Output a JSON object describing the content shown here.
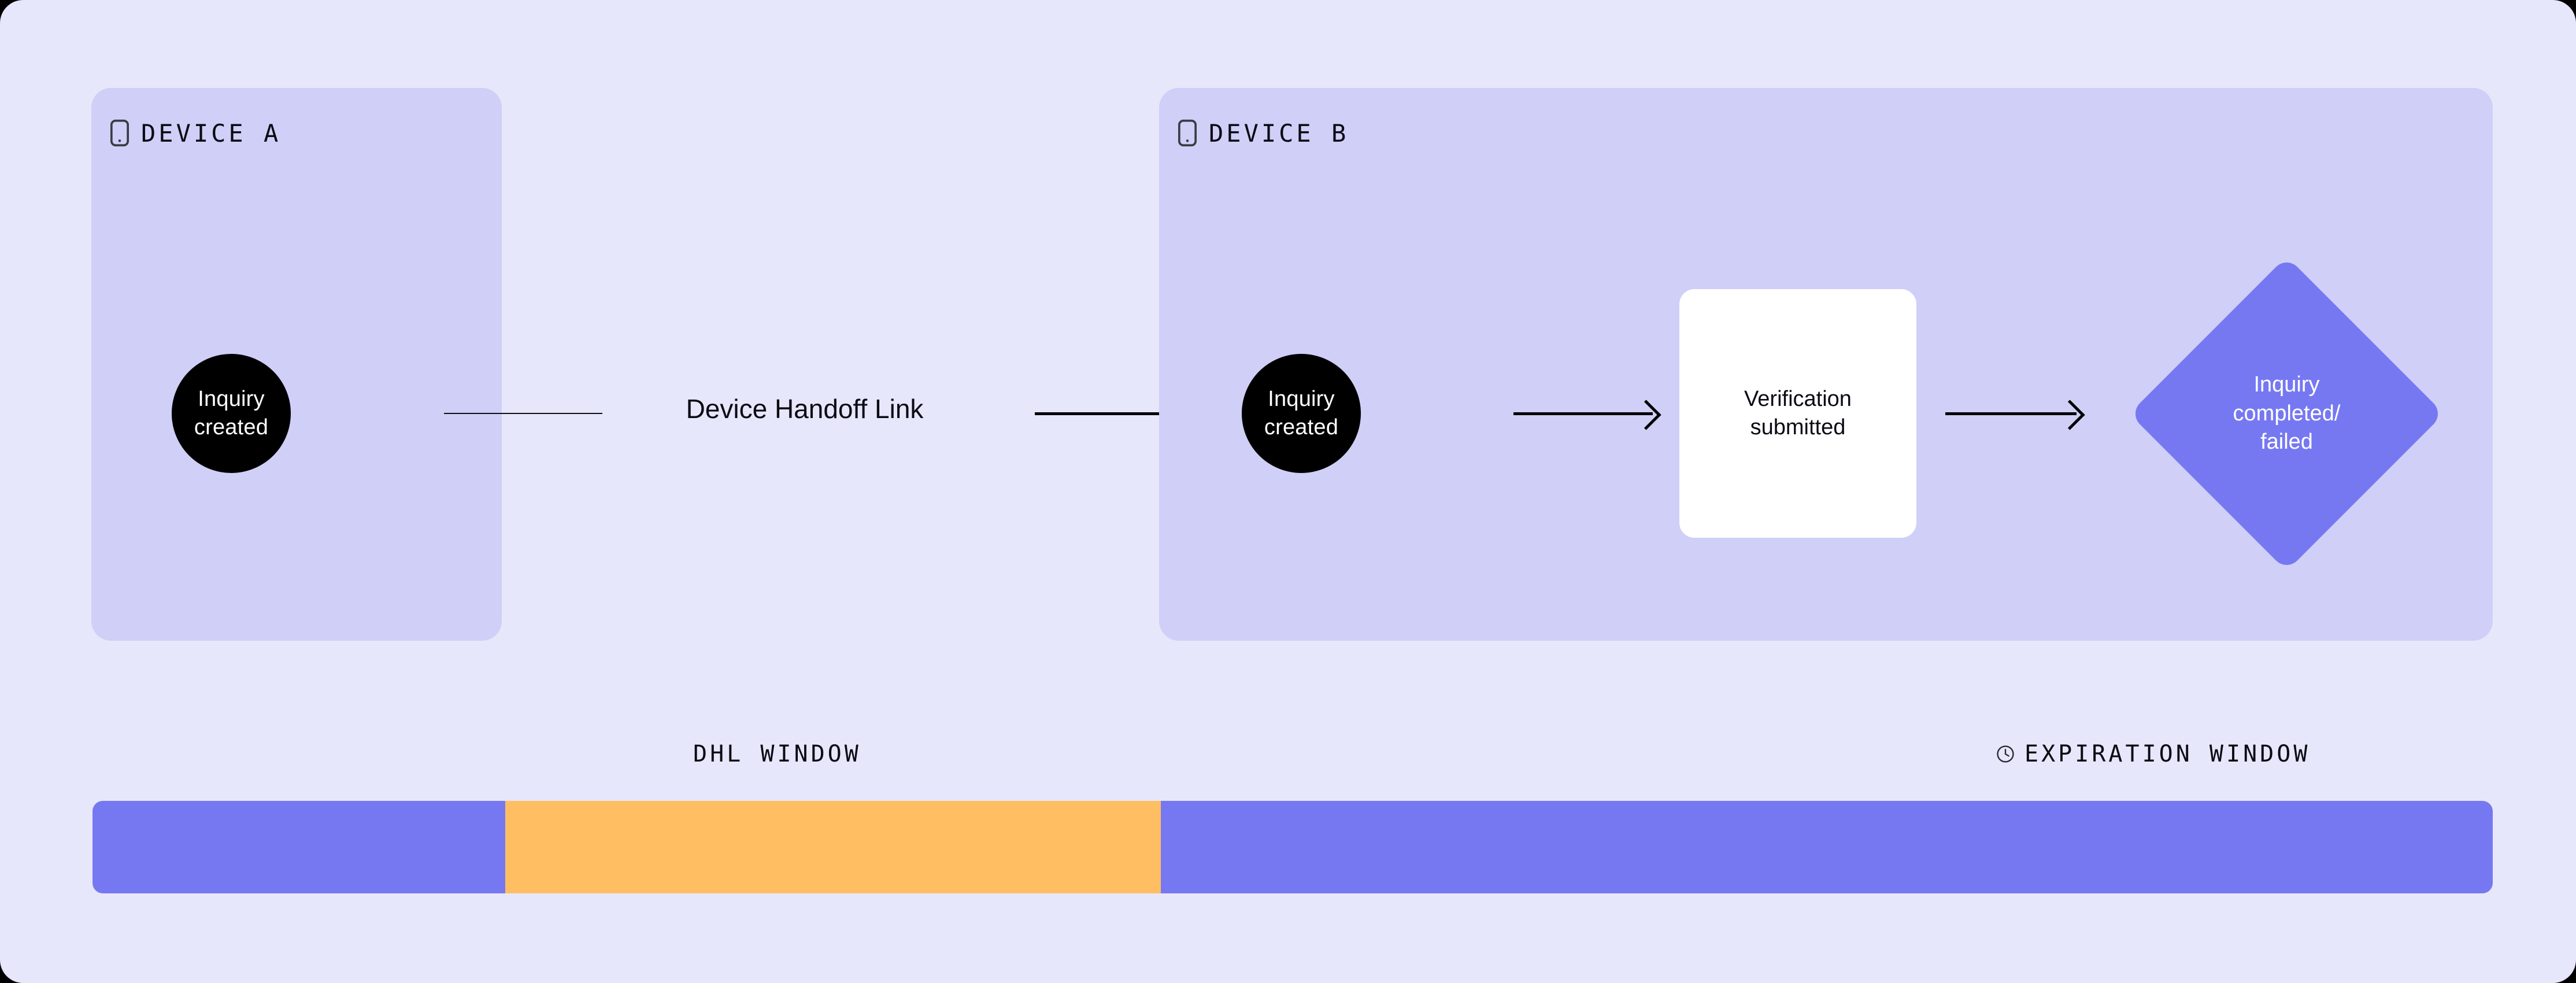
{
  "canvas": {
    "background": "#E7E7FB",
    "card_background": "#CFCFF7"
  },
  "devices": [
    {
      "id": "device-a",
      "title": "DEVICE A",
      "icon": "mobile-phone-icon",
      "nodes": [
        {
          "type": "circle",
          "label": "Inquiry created",
          "lines": [
            "Inquiry",
            "created"
          ],
          "fill": "#000000",
          "text_color": "#FFFFFF"
        }
      ]
    },
    {
      "id": "device-b",
      "title": "DEVICE B",
      "icon": "mobile-phone-icon",
      "nodes": [
        {
          "type": "circle",
          "label": "Inquiry created",
          "lines": [
            "Inquiry",
            "created"
          ],
          "fill": "#000000",
          "text_color": "#FFFFFF"
        },
        {
          "type": "rounded-rect",
          "label": "Verification submitted",
          "lines": [
            "Verification",
            "submitted"
          ],
          "fill": "#FFFFFF",
          "text_color": "#0B0B14"
        },
        {
          "type": "diamond",
          "label": "Inquiry completed/ failed",
          "lines": [
            "Inquiry",
            "completed/",
            "failed"
          ],
          "fill": "#7678F2",
          "text_color": "#FFFFFF"
        }
      ]
    }
  ],
  "connectors": {
    "handoff_label": "Device Handoff Link",
    "handoff_line_color": "#111111",
    "arrow_color": "#000000"
  },
  "timeline": {
    "labels": {
      "dhl_window": "DHL WINDOW",
      "expiration_window": "EXPIRATION WINDOW",
      "expiration_icon": "clock-icon"
    },
    "segments": [
      {
        "name": "pre-dhl",
        "color": "#7678F2",
        "width_pct": 17.2
      },
      {
        "name": "dhl-window",
        "color": "#FFBE62",
        "width_pct": 27.3
      },
      {
        "name": "expiration-window",
        "color": "#7678F2",
        "width_pct": 55.5
      }
    ]
  }
}
